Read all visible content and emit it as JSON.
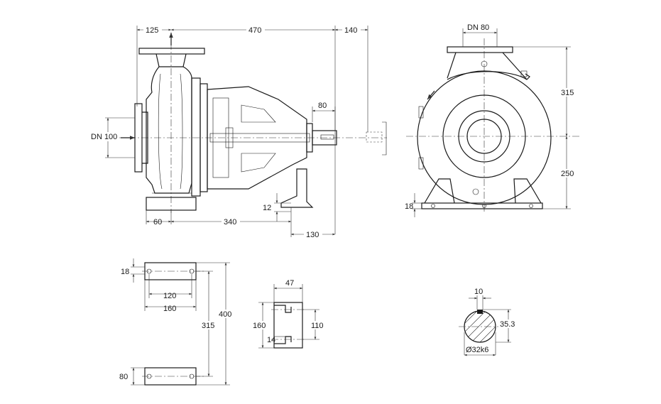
{
  "dimensions": {
    "d_125": "125",
    "d_470": "470",
    "d_140": "140",
    "d_80_shaft": "80",
    "d_dn100": "DN 100",
    "d_12": "12",
    "d_60": "60",
    "d_340": "340",
    "d_130": "130",
    "d_dn80": "DN 80",
    "d_315_side": "315",
    "d_250": "250",
    "d_18_side": "18",
    "d_18_plate": "18",
    "d_120": "120",
    "d_160_plate": "160",
    "d_315_plate": "315",
    "d_400": "400",
    "d_80_plate": "80",
    "d_47": "47",
    "d_160_foot": "160",
    "d_110": "110",
    "d_14": "14",
    "d_10": "10",
    "d_35_3": "35.3",
    "d_shaft_dia": "Ø32k6"
  }
}
